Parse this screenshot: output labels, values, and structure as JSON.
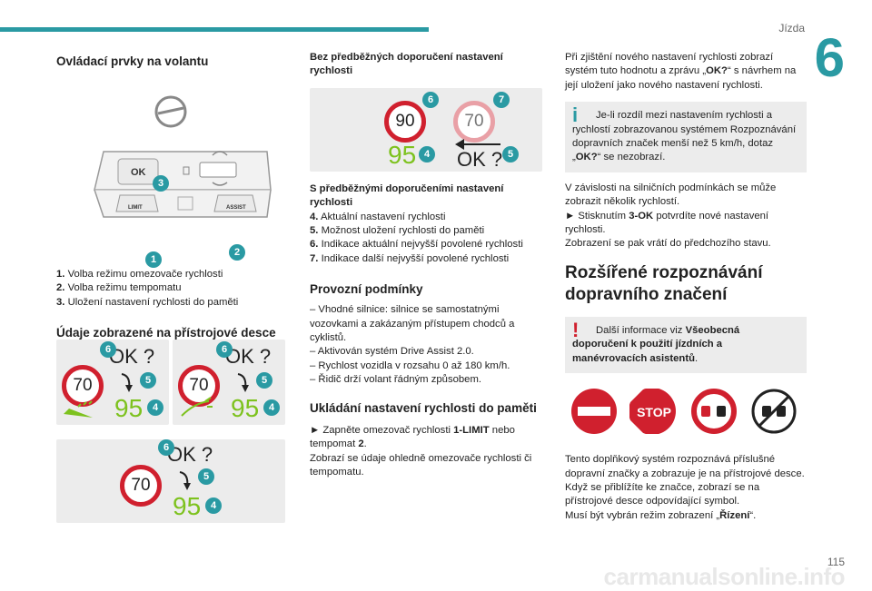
{
  "header": {
    "title": "Jízda",
    "chapter": "6"
  },
  "col1": {
    "heading1": "Ovládací prvky na volantu",
    "wheel_labels": {
      "ok": "OK",
      "limit": "LIMIT",
      "assist": "ASSIST"
    },
    "callouts": [
      "3",
      "1",
      "2"
    ],
    "list1": [
      {
        "n": "1.",
        "t": "Volba režimu omezovače rychlosti"
      },
      {
        "n": "2.",
        "t": "Volba režimu tempomatu"
      },
      {
        "n": "3.",
        "t": "Uložení nastavení rychlosti do paměti"
      }
    ],
    "heading2": "Údaje zobrazené na přístrojové desce",
    "cluster_imgs": {
      "ok": "OK ?",
      "limit": "70",
      "set": "95",
      "callouts": [
        "6",
        "5",
        "4"
      ]
    }
  },
  "col2": {
    "heading1": "Bez předběžných doporučení nastavení rychlosti",
    "fig": {
      "sign1": "90",
      "sign2": "70",
      "speed": "95",
      "ok": "OK ?",
      "callouts": [
        "6",
        "7",
        "4",
        "5"
      ]
    },
    "heading2": "S předběžnými doporučeními nastavení rychlosti",
    "list2": [
      {
        "n": "4.",
        "t": "Aktuální nastavení rychlosti"
      },
      {
        "n": "5.",
        "t": "Možnost uložení rychlosti do paměti"
      },
      {
        "n": "6.",
        "t": "Indikace aktuální nejvyšší povolené rychlosti"
      },
      {
        "n": "7.",
        "t": "Indikace další nejvyšší povolené rychlosti"
      }
    ],
    "heading3": "Provozní podmínky",
    "conditions": [
      "– Vhodné silnice: silnice se samostatnými vozovkami a zakázaným přístupem chodců a cyklistů.",
      "– Aktivován systém Drive Assist 2.0.",
      "– Rychlost vozidla v rozsahu 0 až 180 km/h.",
      "– Řidič drží volant řádným způsobem."
    ],
    "heading4": "Ukládání nastavení rychlosti do paměti",
    "step1_pre": "► Zapněte omezovač rychlosti ",
    "step1_b1": "1-LIMIT",
    "step1_mid": " nebo tempomat ",
    "step1_b2": "2",
    "step1_end": ".",
    "step1_p2": "Zobrazí se údaje ohledně omezovače rychlosti či tempomatu."
  },
  "col3": {
    "p1_pre": "Při zjištění nového nastavení rychlosti zobrazí systém tuto hodnotu a zprávu „",
    "p1_b": "OK?",
    "p1_end": "“ s návrhem na její uložení jako nového nastavení rychlosti.",
    "note1_pre": "Je-li rozdíl mezi nastavením rychlosti a rychlostí zobrazovanou systémem Rozpoznávání dopravních značek menší než 5 km/h, dotaz „",
    "note1_b": "OK?",
    "note1_end": "“ se nezobrazí.",
    "p2": "V závislosti na silničních podmínkách se může zobrazit několik rychlostí.",
    "p3_pre": "► Stisknutím ",
    "p3_b": "3-OK",
    "p3_end": " potvrdíte nové nastavení rychlosti.",
    "p4": "Zobrazení se pak vrátí do předchozího stavu.",
    "heading": "Rozšířené rozpoznávání dopravního značení",
    "note2_pre": "Další informace viz ",
    "note2_b": "Všeobecná doporučení k použití jízdních a manévrovacích asistentů",
    "note2_end": ".",
    "stop_label": "STOP",
    "p5": "Tento doplňkový systém rozpoznává příslušné dopravní značky a zobrazuje je na přístrojové desce.",
    "p6": "Když se přiblížíte ke značce, zobrazí se na přístrojové desce odpovídající symbol.",
    "p7_pre": "Musí být vybrán režim zobrazení „",
    "p7_b": "Řízení",
    "p7_end": "“."
  },
  "footer": {
    "page": "115",
    "watermark": "carmanualsonline.info"
  }
}
